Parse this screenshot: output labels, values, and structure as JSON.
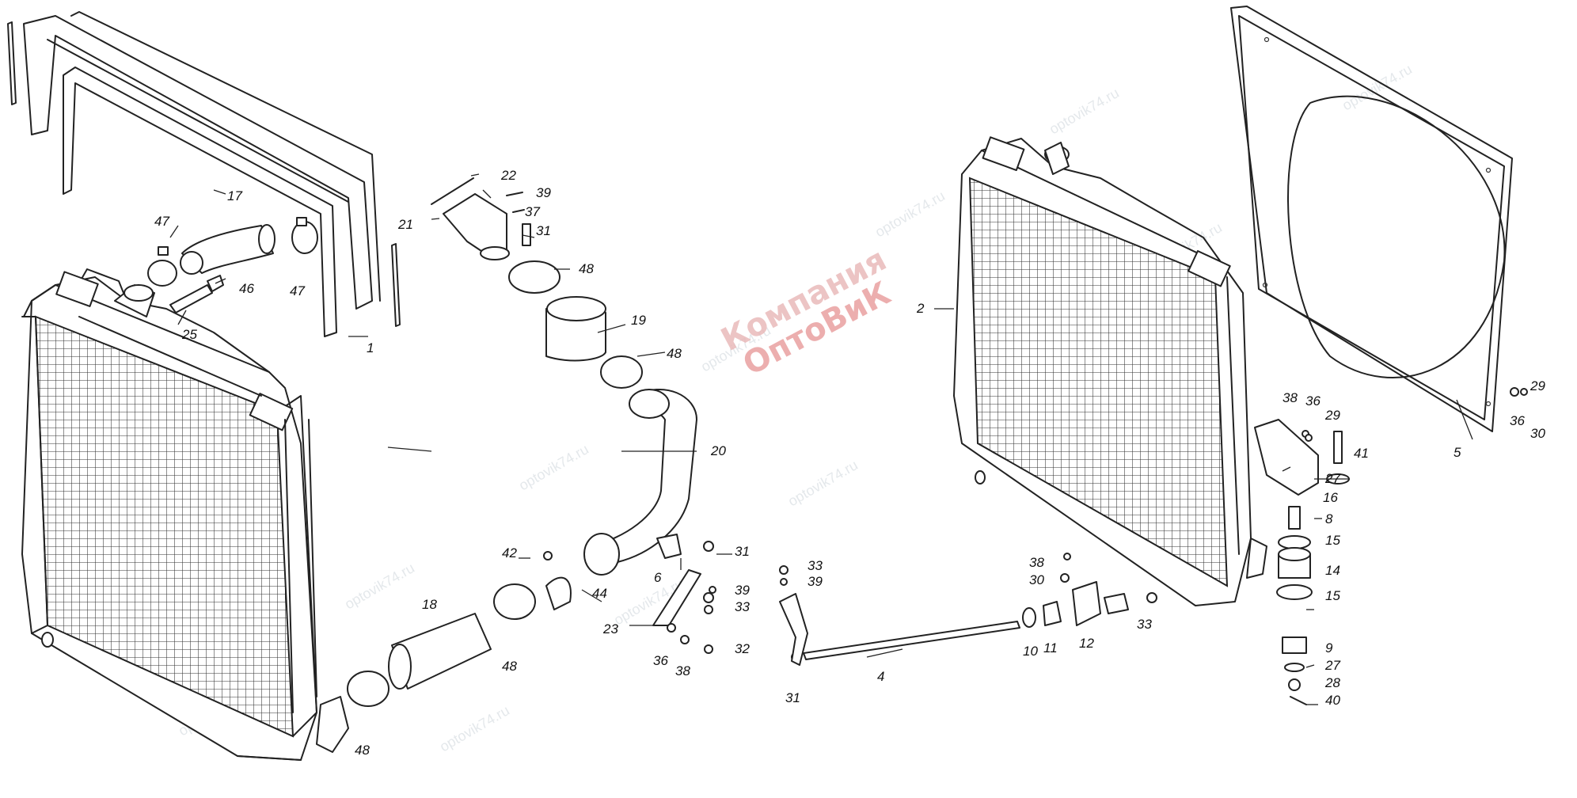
{
  "watermark": {
    "site": "optovik74.ru",
    "logo_line1": "Компания",
    "logo_line2": "ОптоВиК"
  },
  "callouts": {
    "c1": "1",
    "c2": "2",
    "c4": "4",
    "c5": "5",
    "c6": "6",
    "c8": "8",
    "c9": "9",
    "c10": "10",
    "c11": "11",
    "c12": "12",
    "c14": "14",
    "c15a": "15",
    "c15b": "15",
    "c16": "16",
    "c17": "17",
    "c18": "18",
    "c19": "19",
    "c20": "20",
    "c21": "21",
    "c22": "22",
    "c23": "23",
    "c25": "25",
    "c27a": "27",
    "c27b": "27",
    "c28": "28",
    "c29a": "29",
    "c29b": "29",
    "c30a": "30",
    "c30b": "30",
    "c31a": "31",
    "c31b": "31",
    "c31c": "31",
    "c32": "32",
    "c33a": "33",
    "c33b": "33",
    "c33c": "33",
    "c36a": "36",
    "c36b": "36",
    "c36c": "36",
    "c37": "37",
    "c38a": "38",
    "c38b": "38",
    "c38c": "38",
    "c39a": "39",
    "c39b": "39",
    "c39c": "39",
    "c40": "40",
    "c41": "41",
    "c42": "42",
    "c44": "44",
    "c46": "46",
    "c47a": "47",
    "c47b": "47",
    "c48a": "48",
    "c48b": "48",
    "c48c": "48",
    "c48d": "48"
  }
}
